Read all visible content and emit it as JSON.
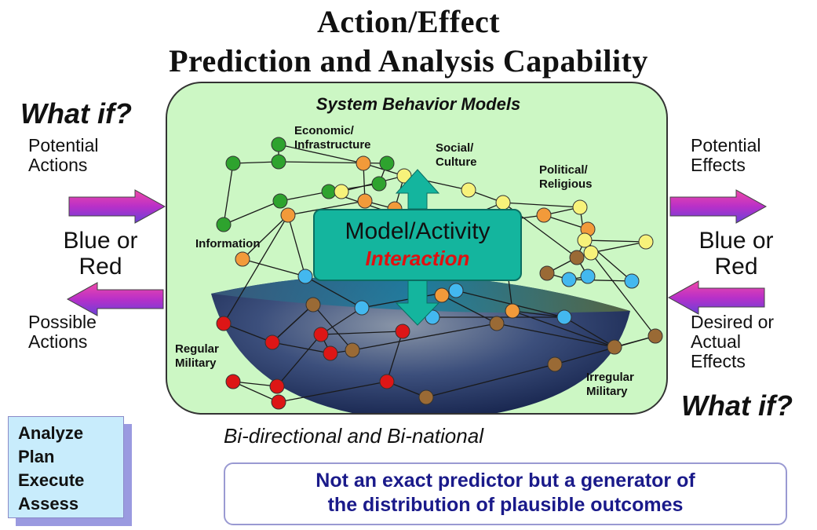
{
  "title": {
    "line1": "Action/Effect",
    "line2": "Prediction and Analysis Capability"
  },
  "left": {
    "what_if": "What if?",
    "potential_actions": [
      "Potential",
      "Actions"
    ],
    "blue_or_red": [
      "Blue or",
      "Red"
    ],
    "possible_actions": [
      "Possible",
      "Actions"
    ]
  },
  "right": {
    "potential_effects": [
      "Potential",
      "Effects"
    ],
    "blue_or_red": [
      "Blue or",
      "Red"
    ],
    "desired_effects": [
      "Desired or",
      "Actual",
      "Effects"
    ],
    "what_if": "What if?"
  },
  "panel": {
    "title": "System Behavior Models",
    "labels": {
      "economic": [
        "Economic/",
        "Infrastructure"
      ],
      "social": [
        "Social/",
        "Culture"
      ],
      "political": [
        "Political/",
        "Religious"
      ],
      "information": "Information",
      "regular": [
        "Regular",
        "Military"
      ],
      "irregular": [
        "Irregular",
        "Military"
      ]
    },
    "center": {
      "line1": "Model/Activity",
      "line2": "Interaction"
    }
  },
  "bidirectional": "Bi-directional and Bi-national",
  "note": [
    "Not an exact predictor but a generator of",
    "the distribution of plausible outcomes"
  ],
  "steps": [
    "Analyze",
    "Plan",
    "Execute",
    "Assess"
  ],
  "colors": {
    "panel_bg": "#ccf7c4",
    "center_box": "#14b59e",
    "interaction_text": "#e01010",
    "note_text": "#1a1a8a",
    "node_green": "#2ea32e",
    "node_orange": "#f29a3a",
    "node_yellow": "#f7f27a",
    "node_blue": "#43b8ef",
    "node_brown": "#9a6a35",
    "node_red": "#dd1616"
  }
}
